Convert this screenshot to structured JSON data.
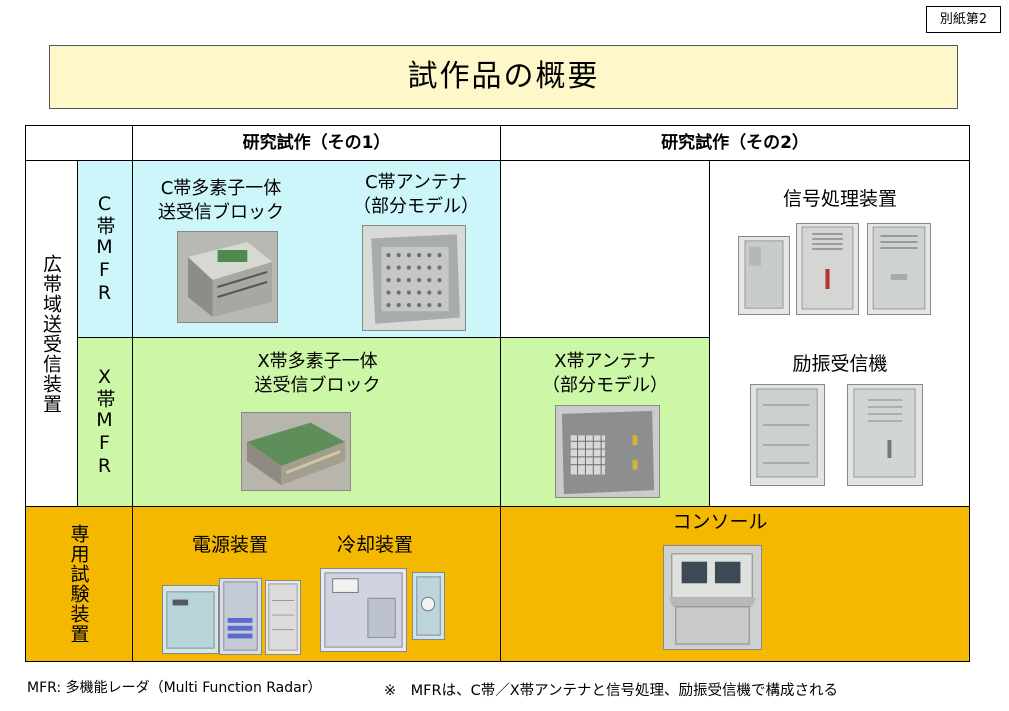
{
  "tag": "別紙第2",
  "title": "試作品の概要",
  "headers": {
    "col1": "研究試作（その1）",
    "col2": "研究試作（その2）"
  },
  "rows": {
    "wideband": "広帯域送受信装置",
    "cband": "C帯MFR",
    "xband": "X帯MFR",
    "test": "専用試験装置"
  },
  "items": {
    "c_block": "C帯多素子一体\n送受信ブロック",
    "c_antenna": "C帯アンテナ\n（部分モデル）",
    "signal": "信号処理装置",
    "exciter": "励振受信機",
    "x_block": "X帯多素子一体\n送受信ブロック",
    "x_antenna": "X帯アンテナ\n（部分モデル）",
    "power": "電源装置",
    "cooling": "冷却装置",
    "console": "コンソール"
  },
  "footer": {
    "left": "MFR: 多機能レーダ（Multi Function Radar）",
    "right": "※　MFRは、C帯／X帯アンテナと信号処理、励振受信機で構成される"
  },
  "colors": {
    "title_bg": "#fdf7c9",
    "cband_bg": "#cdf6fa",
    "xband_bg": "#ccf7a6",
    "test_bg": "#f5b800"
  }
}
